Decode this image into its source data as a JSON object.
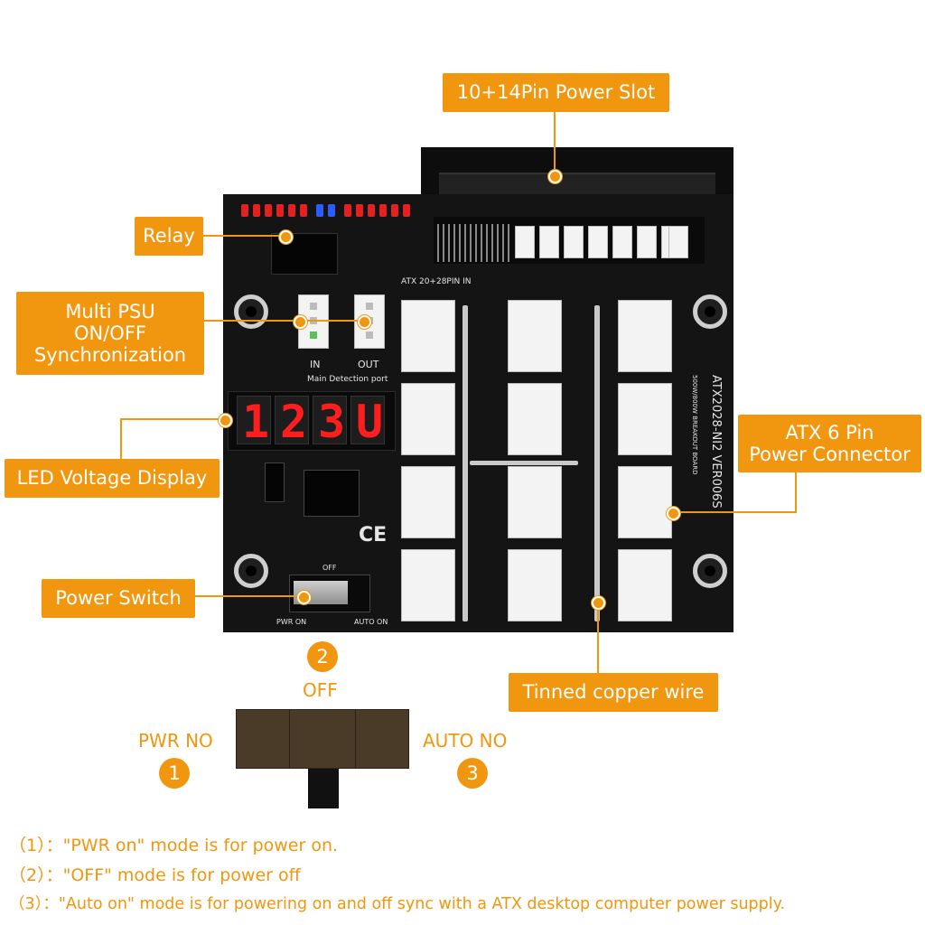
{
  "callouts": {
    "power_slot": "10+14Pin Power Slot",
    "relay": "Relay",
    "multi_psu_line1": "Multi PSU",
    "multi_psu_line2": "ON/OFF",
    "multi_psu_line3": "Synchronization",
    "led_display": "LED Voltage Display",
    "power_switch": "Power Switch",
    "atx6_line1": "ATX 6 Pin",
    "atx6_line2": "Power Connector",
    "copper_wire": "Tinned copper wire"
  },
  "board": {
    "atx_in_label": "ATX 20+28PIN IN",
    "in_label": "IN",
    "out_label": "OUT",
    "detect_label": "Main Detection port",
    "model_label": "ATX2028-NI2 VER006S",
    "breakout_label": "500W/800W BREAKOUT BOARD",
    "display_digits": [
      "1",
      "2",
      "3",
      "U"
    ],
    "off_label": "OFF",
    "pwr_on_label": "PWR ON",
    "auto_on_label": "AUTO ON",
    "ce_mark": "CE"
  },
  "switch_diagram": {
    "num_off": "2",
    "off": "OFF",
    "pwr_no": "PWR NO",
    "num_pwr": "1",
    "auto_no": "AUTO NO",
    "num_auto": "3"
  },
  "notes": [
    "（1）：\"PWR on\" mode is for power on.",
    "（2）：\"OFF\" mode is for power off",
    "（3）：\"Auto on\" mode is for powering on and off sync with a ATX desktop computer power supply."
  ],
  "colors": {
    "accent": "#f0960f",
    "board": "#141414",
    "led_digits": "#ff1e1e"
  }
}
